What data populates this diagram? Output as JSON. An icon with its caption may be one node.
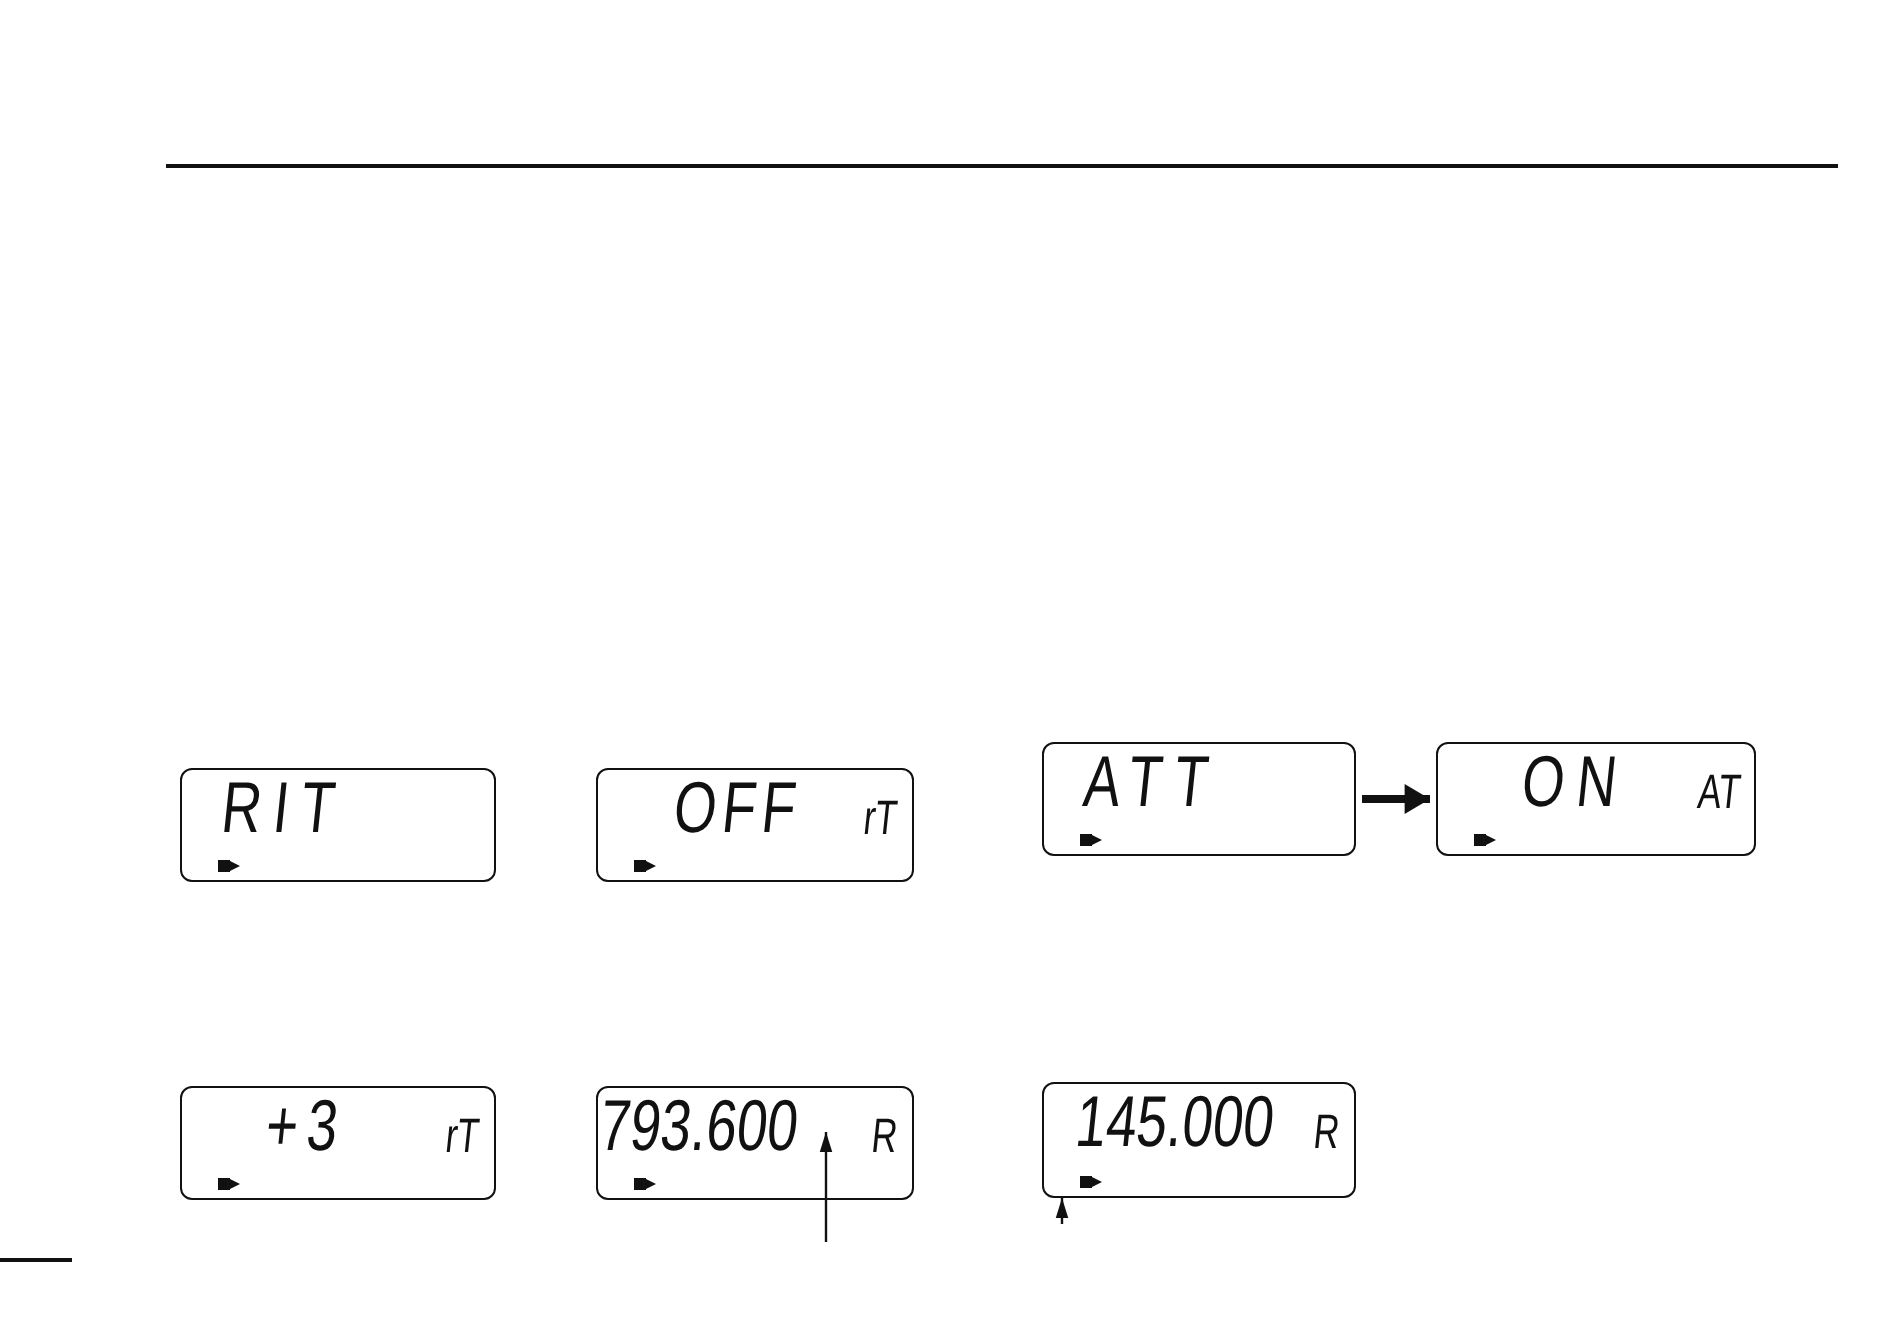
{
  "diagram": {
    "nodes": [
      {
        "text": [
          "RIT"
        ]
      },
      {
        "text": [
          "OFF",
          "rT"
        ]
      },
      {
        "text": [
          "+3",
          "rT"
        ]
      },
      {
        "text": [
          "793.600",
          "R"
        ]
      },
      {
        "text": [
          "ATT"
        ]
      },
      {
        "text": [
          "ON",
          "AT"
        ]
      },
      {
        "text": [
          "145.000",
          "R"
        ]
      }
    ],
    "edges": [
      {
        "from": 4,
        "to": 5,
        "arrow": "to",
        "style": "thick"
      },
      {
        "from": null,
        "to": 3,
        "arrow": "to"
      },
      {
        "from": null,
        "to": 6,
        "arrow": "to"
      }
    ]
  }
}
